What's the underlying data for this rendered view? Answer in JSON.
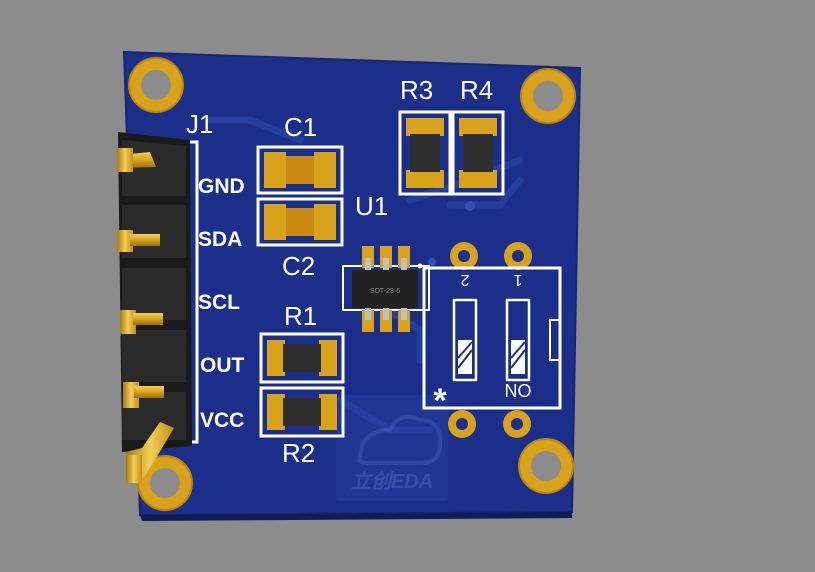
{
  "background_color": "#8c8c8c",
  "board": {
    "pcb_color": "#1b2f8a",
    "silkscreen_color": "#ffffff",
    "pad_color": "#d9a21b",
    "watermark": "立创EDA",
    "connector": {
      "ref": "J1",
      "pins": [
        "GND",
        "SDA",
        "SCL",
        "OUT",
        "VCC"
      ]
    },
    "components": {
      "c1": "C1",
      "c2": "C2",
      "r1": "R1",
      "r2": "R2",
      "r3": "R3",
      "r4": "R4",
      "u1": "U1",
      "u1_package": "SOT-23-6"
    },
    "dip_switch": {
      "switch_label_2": "2",
      "switch_label_1": "1",
      "on_label": "NO",
      "marker": "*"
    }
  }
}
